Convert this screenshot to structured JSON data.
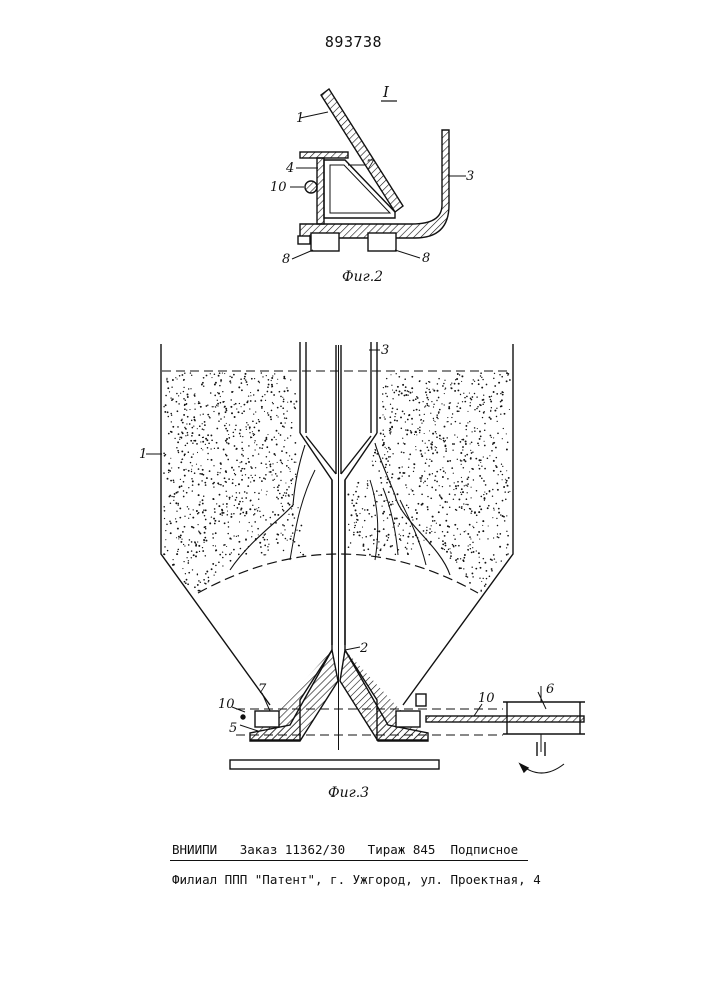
{
  "header": {
    "patent_number": "893738"
  },
  "fig2": {
    "caption": "Фиг.2",
    "detail_mark": "I",
    "labels": {
      "l1": "1",
      "l4": "4",
      "l7": "7",
      "l10": "10",
      "l3": "3",
      "l8a": "8",
      "l8b": "8"
    }
  },
  "fig3": {
    "caption": "Фиг.3",
    "labels": {
      "l1": "1",
      "l2": "2",
      "l3": "3",
      "l5": "5",
      "l6": "6",
      "l7": "7",
      "l10a": "10",
      "l10b": "10"
    }
  },
  "footer": {
    "line1": "ВНИИПИ   Заказ 11362/30   Тираж 845  Подписное",
    "line2": "Филиал ППП \"Патент\", г. Ужгород, ул. Проектная, 4"
  },
  "colors": {
    "ink": "#111111",
    "paper": "#ffffff"
  }
}
